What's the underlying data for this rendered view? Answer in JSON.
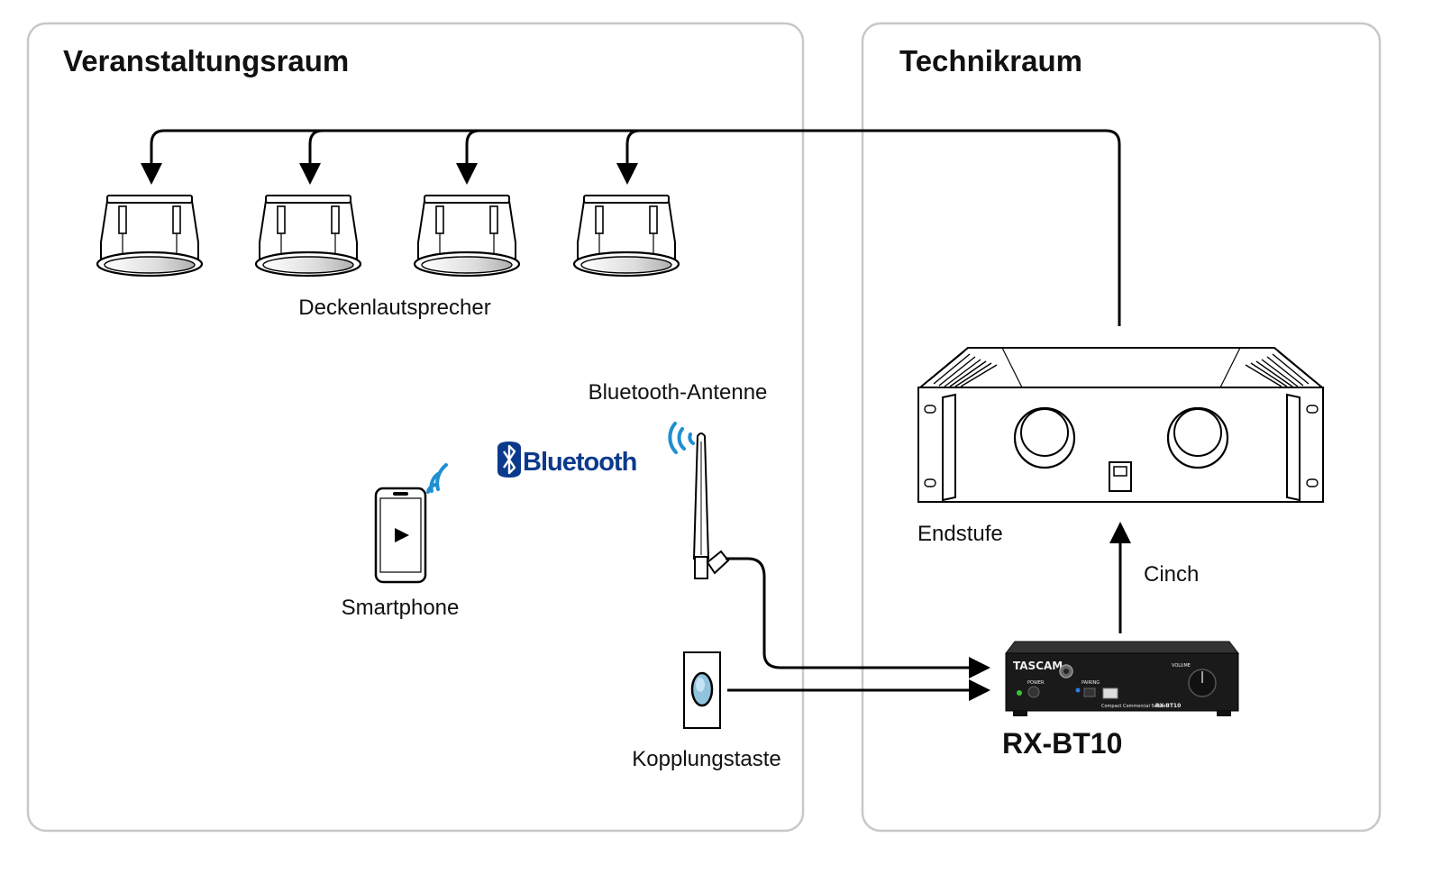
{
  "rooms": {
    "event_room": "Veranstaltungsraum",
    "tech_room": "Technikraum"
  },
  "labels": {
    "ceiling_speakers": "Deckenlautsprecher",
    "bt_antenna": "Bluetooth-Antenne",
    "bluetooth_logo": "Bluetooth",
    "smartphone": "Smartphone",
    "pairing_button": "Kopplungstaste",
    "amplifier": "Endstufe",
    "cinch": "Cinch",
    "receiver_model": "RX-BT10"
  },
  "device_panel": {
    "brand": "TASCAM",
    "power": "POWER",
    "pairing": "PAIRING",
    "volume": "VOLUME",
    "series": "Compact Commercial Series",
    "model": "RX-BT10"
  },
  "colors": {
    "box_border": "#c8c8c8",
    "line": "#000000",
    "bluetooth_blue": "#0b3a8c",
    "signal_blue": "#1f8fd1",
    "device_body": "#1a1a1a",
    "power_led": "#39c43a",
    "pairing_led": "#2a7de1"
  }
}
